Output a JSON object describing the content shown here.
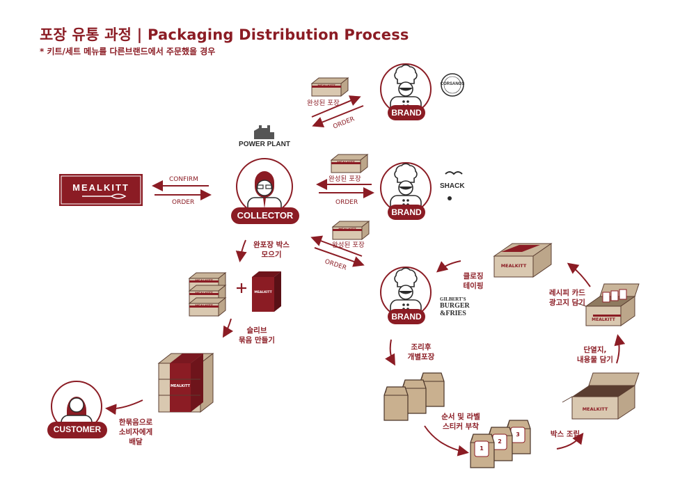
{
  "header": {
    "title": "포장 유통 과정 | Packaging Distribution Process",
    "subtitle": "* 키트/세트 메뉴를 다른브랜드에서 주문했을 경우"
  },
  "colors": {
    "brand_red": "#8b1c24",
    "box_tan": "#d9c8b0",
    "box_stroke": "#6b4a3a"
  },
  "nodes": {
    "mealkitt_logo": "MEALKITT",
    "power_plant_logo": "POWER PLANT",
    "collector": "COLLECTOR",
    "brand_1": "BRAND",
    "brand_2": "BRAND",
    "brand_3": "BRAND",
    "customer": "CUSTOMER",
    "corsanos_logo": "CORSANOS",
    "shack_logo": "SHACK",
    "gilberts_logo_1": "GILBERT'S",
    "gilberts_logo_2": "BURGER",
    "gilberts_logo_3": "&FRIES"
  },
  "box_label": "MEALKITT",
  "flow_labels": {
    "confirm": "CONFIRM",
    "order_left": "ORDER",
    "order_1": "ORDER",
    "order_2": "ORDER",
    "order_3": "ORDER",
    "packed_1": "완성된 포장",
    "packed_2": "완성된 포장",
    "packed_3": "완성된 포장"
  },
  "steps": {
    "collect_line1": "완포장 박스",
    "collect_line2": "모으기",
    "sleeve_line1": "슬리브",
    "sleeve_line2": "묶음 만들기",
    "deliver_line1": "한묶음으로",
    "deliver_line2": "소비자에게",
    "deliver_line3": "배달",
    "closing_line1": "클로징",
    "closing_line2": "테이핑",
    "cook_line1": "조리후",
    "cook_line2": "개별포장",
    "sticker_line1": "순서 및 라벨",
    "sticker_line2": "스티커 부착",
    "assemble": "박스 조립",
    "fill_line1": "단열지,",
    "fill_line2": "내용물 담기",
    "recipe_line1": "레시피 카드",
    "recipe_line2": "광고지 담기"
  },
  "sticker_numbers": [
    "1",
    "2",
    "3"
  ]
}
